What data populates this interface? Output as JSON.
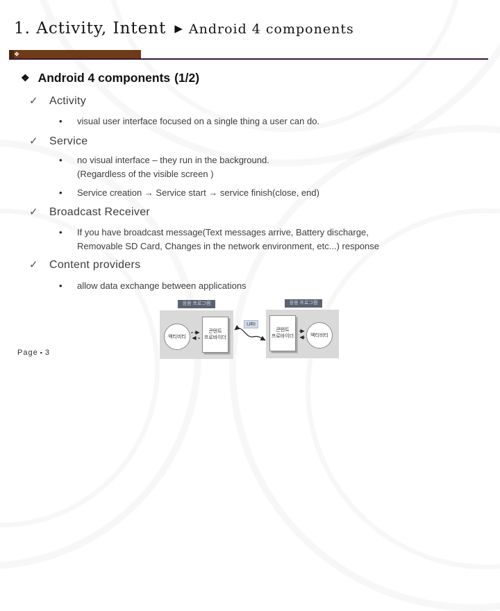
{
  "title": {
    "part1": "1. Activity, Intent",
    "part2": "Android 4 components"
  },
  "heading": {
    "text": "Android 4 components",
    "suffix": "(1/2)"
  },
  "sections": [
    {
      "label": "Activity",
      "bullets": [
        {
          "line1": "visual user interface focused on a single thing a user can do."
        }
      ]
    },
    {
      "label": "Service",
      "bullets": [
        {
          "line1": "no visual interface – they run in the background.",
          "line2": "(Regardless of the visible screen )"
        },
        {
          "line1": "Service creation → Service start → service finish(close, end)"
        }
      ]
    },
    {
      "label": "Broadcast Receiver",
      "bullets": [
        {
          "line1": "If you have broadcast message(Text messages arrive, Battery discharge,",
          "line2": "Removable SD Card, Changes in the network environment, etc...) response"
        }
      ]
    },
    {
      "label": "Content providers",
      "bullets": [
        {
          "line1": "allow data exchange between applications"
        }
      ]
    }
  ],
  "diagram": {
    "panels": [
      {
        "app_label": "응용 프로그램",
        "circle_label": "액티비티",
        "provider_line1": "콘텐트",
        "provider_line2": "프로바이더"
      },
      {
        "app_label": "응용 프로그램",
        "circle_label": "액티비티",
        "provider_line1": "콘텐트",
        "provider_line2": "프로바이더"
      }
    ],
    "uri_label": "URI"
  },
  "footer": {
    "label": "Page",
    "number": "3"
  },
  "icons": {
    "triangle": "▶",
    "diamond": "❖",
    "check": "✓",
    "dot": "•",
    "square": "▪"
  },
  "colors": {
    "accent_bar_brown": "#6e3a17",
    "rule_maroon": "#3d1635",
    "panel_gray": "#d9d9d9",
    "app_tag_slate": "#5c6270",
    "uri_blue": "#d3dce8"
  }
}
